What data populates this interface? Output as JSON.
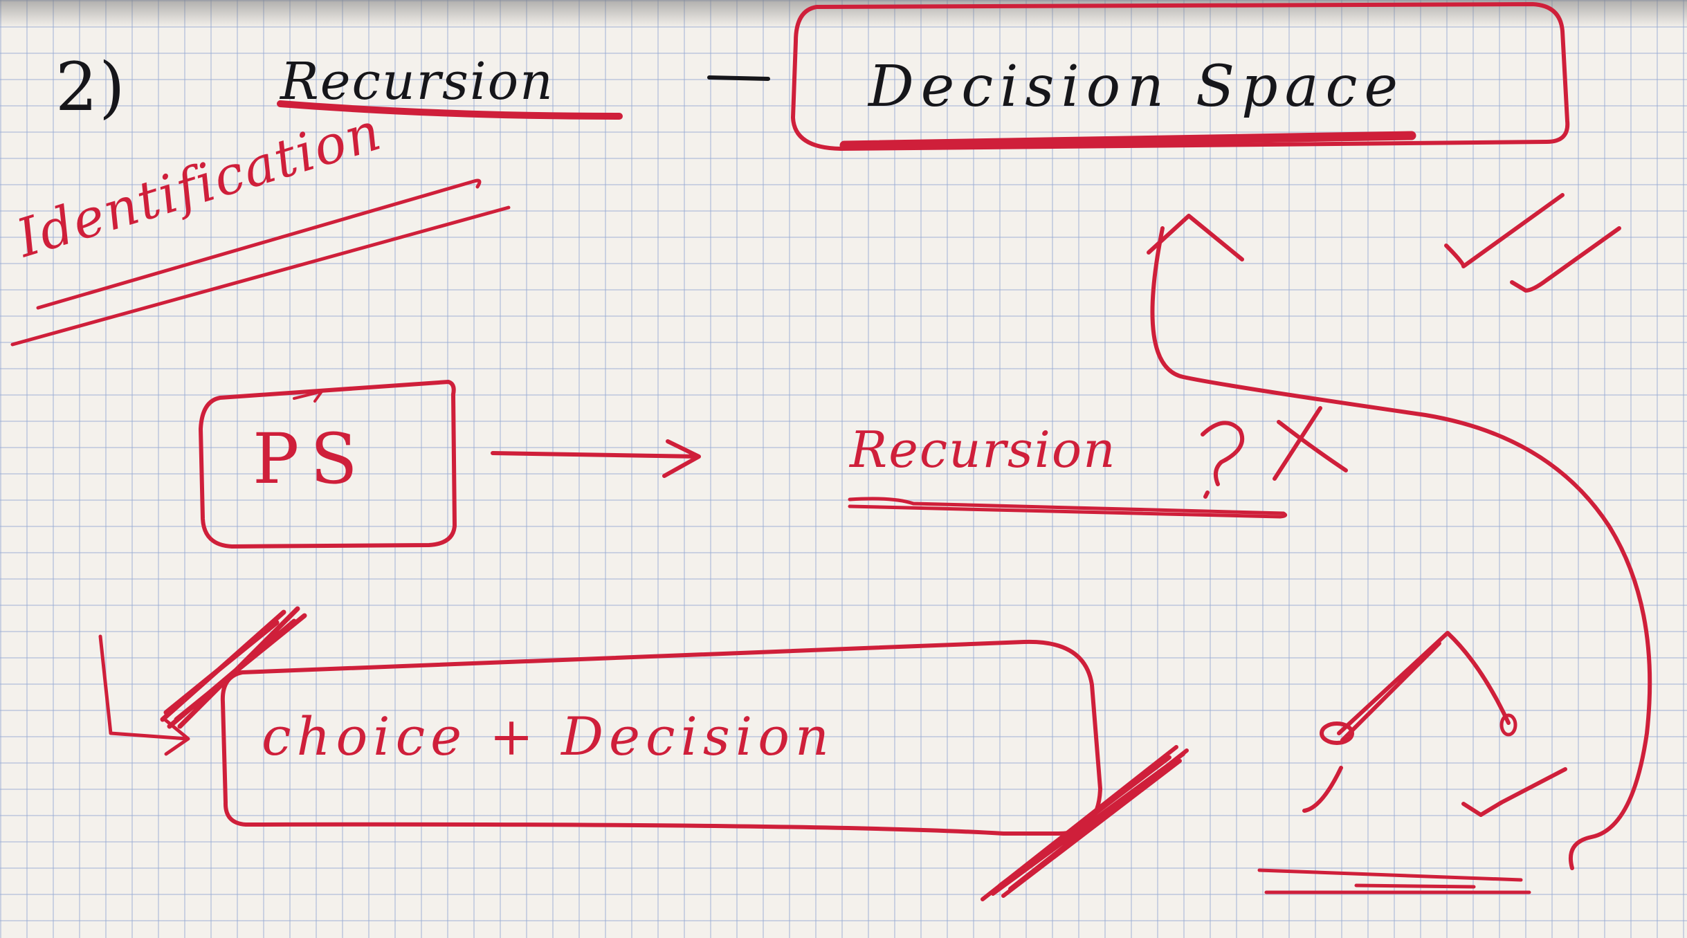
{
  "heading": {
    "number": "2)",
    "word": "Recursion",
    "dash": "—",
    "boxed": "Decision Space"
  },
  "side_label": "Identification",
  "flow": {
    "box": "PS",
    "target": "Recursion",
    "question": "?",
    "cross": "X"
  },
  "bottom_box": "choice + Decision",
  "colors": {
    "ink_black": "#16161a",
    "ink_red": "#cf1f3a",
    "paper": "#f4f1ec",
    "grid": "#96aad2"
  }
}
